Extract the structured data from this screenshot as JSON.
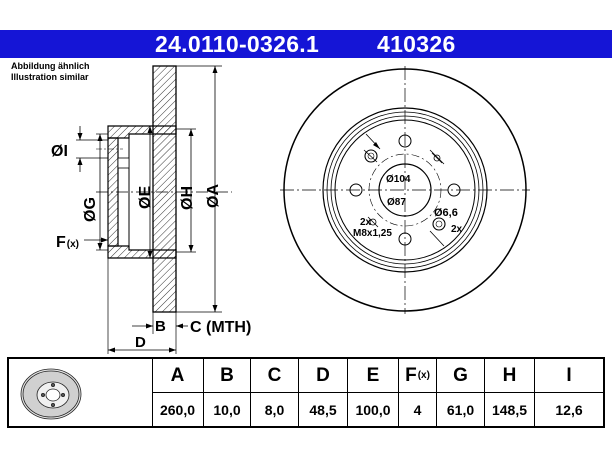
{
  "header": {
    "part_number": "24.0110-0326.1",
    "ref_number": "410326",
    "color": "#1515d6"
  },
  "note": {
    "line1": "Abbildung ähnlich",
    "line2": "Illustration similar"
  },
  "labels": {
    "I": "ØI",
    "G": "ØG",
    "E": "ØE",
    "H": "ØH",
    "A": "ØA",
    "F": "F",
    "F_sub": "(x)",
    "B": "B",
    "C": "C (MTH)",
    "D": "D",
    "d104": "Ø104",
    "d87": "Ø87",
    "d66": "Ø6,6",
    "x2_right": "2x",
    "x2_left": "2x",
    "thread": "M8x1,25"
  },
  "table": {
    "columns": [
      {
        "key": "A",
        "value": "260,0"
      },
      {
        "key": "B",
        "value": "10,0"
      },
      {
        "key": "C",
        "value": "8,0"
      },
      {
        "key": "D",
        "value": "48,5"
      },
      {
        "key": "E",
        "value": "100,0"
      },
      {
        "key": "F",
        "sub": "(x)",
        "value": "4"
      },
      {
        "key": "G",
        "value": "61,0"
      },
      {
        "key": "H",
        "value": "148,5"
      },
      {
        "key": "I",
        "value": "12,6"
      }
    ]
  },
  "thumbnail_icon": "brake-disc-icon"
}
